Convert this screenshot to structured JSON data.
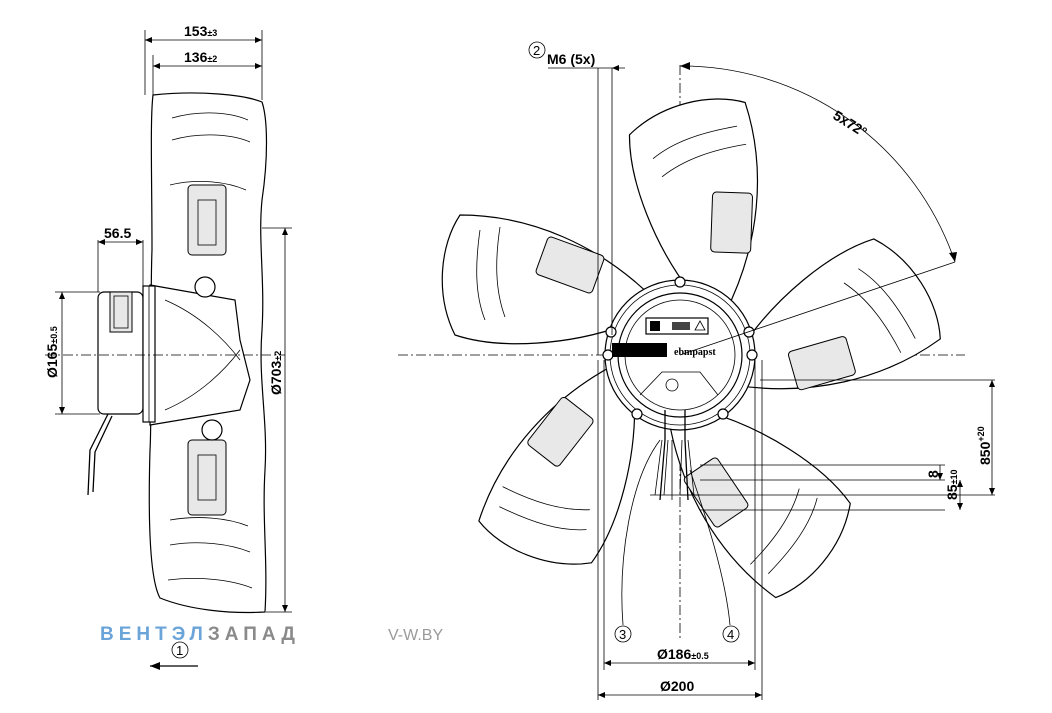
{
  "dimensions": {
    "overall_depth": {
      "value": "153",
      "tol": "±3"
    },
    "blade_depth": {
      "value": "136",
      "tol": "±2"
    },
    "motor_offset": {
      "value": "56.5"
    },
    "motor_diameter": {
      "prefix": "Ø",
      "value": "165",
      "tol": "±0.5"
    },
    "fan_diameter": {
      "prefix": "Ø",
      "value": "703",
      "tol": "±2"
    },
    "mount_thread": {
      "value": "M6 (5x)"
    },
    "blade_angle": {
      "value": "5x72°"
    },
    "cable_length": {
      "value": "850",
      "tol": "+20"
    },
    "cable_strip": {
      "value": "85",
      "tol": "±10"
    },
    "wire_strip": {
      "value": "8"
    },
    "bolt_circle": {
      "prefix": "Ø",
      "value": "186",
      "tol": "±0.5"
    },
    "hub_diameter": {
      "prefix": "Ø",
      "value": "200"
    }
  },
  "callouts": [
    "1",
    "2",
    "3",
    "4"
  ],
  "hub_label": "ebmpapst",
  "watermark": {
    "part1": "ВЕНТ",
    "part2": "ЭЛ",
    "part3": "ЗАПАД",
    "site": "V-W.BY",
    "color_blue": "#6aa4d8",
    "color_gray": "#8a8a8a",
    "color_site": "#9a9a9a"
  }
}
